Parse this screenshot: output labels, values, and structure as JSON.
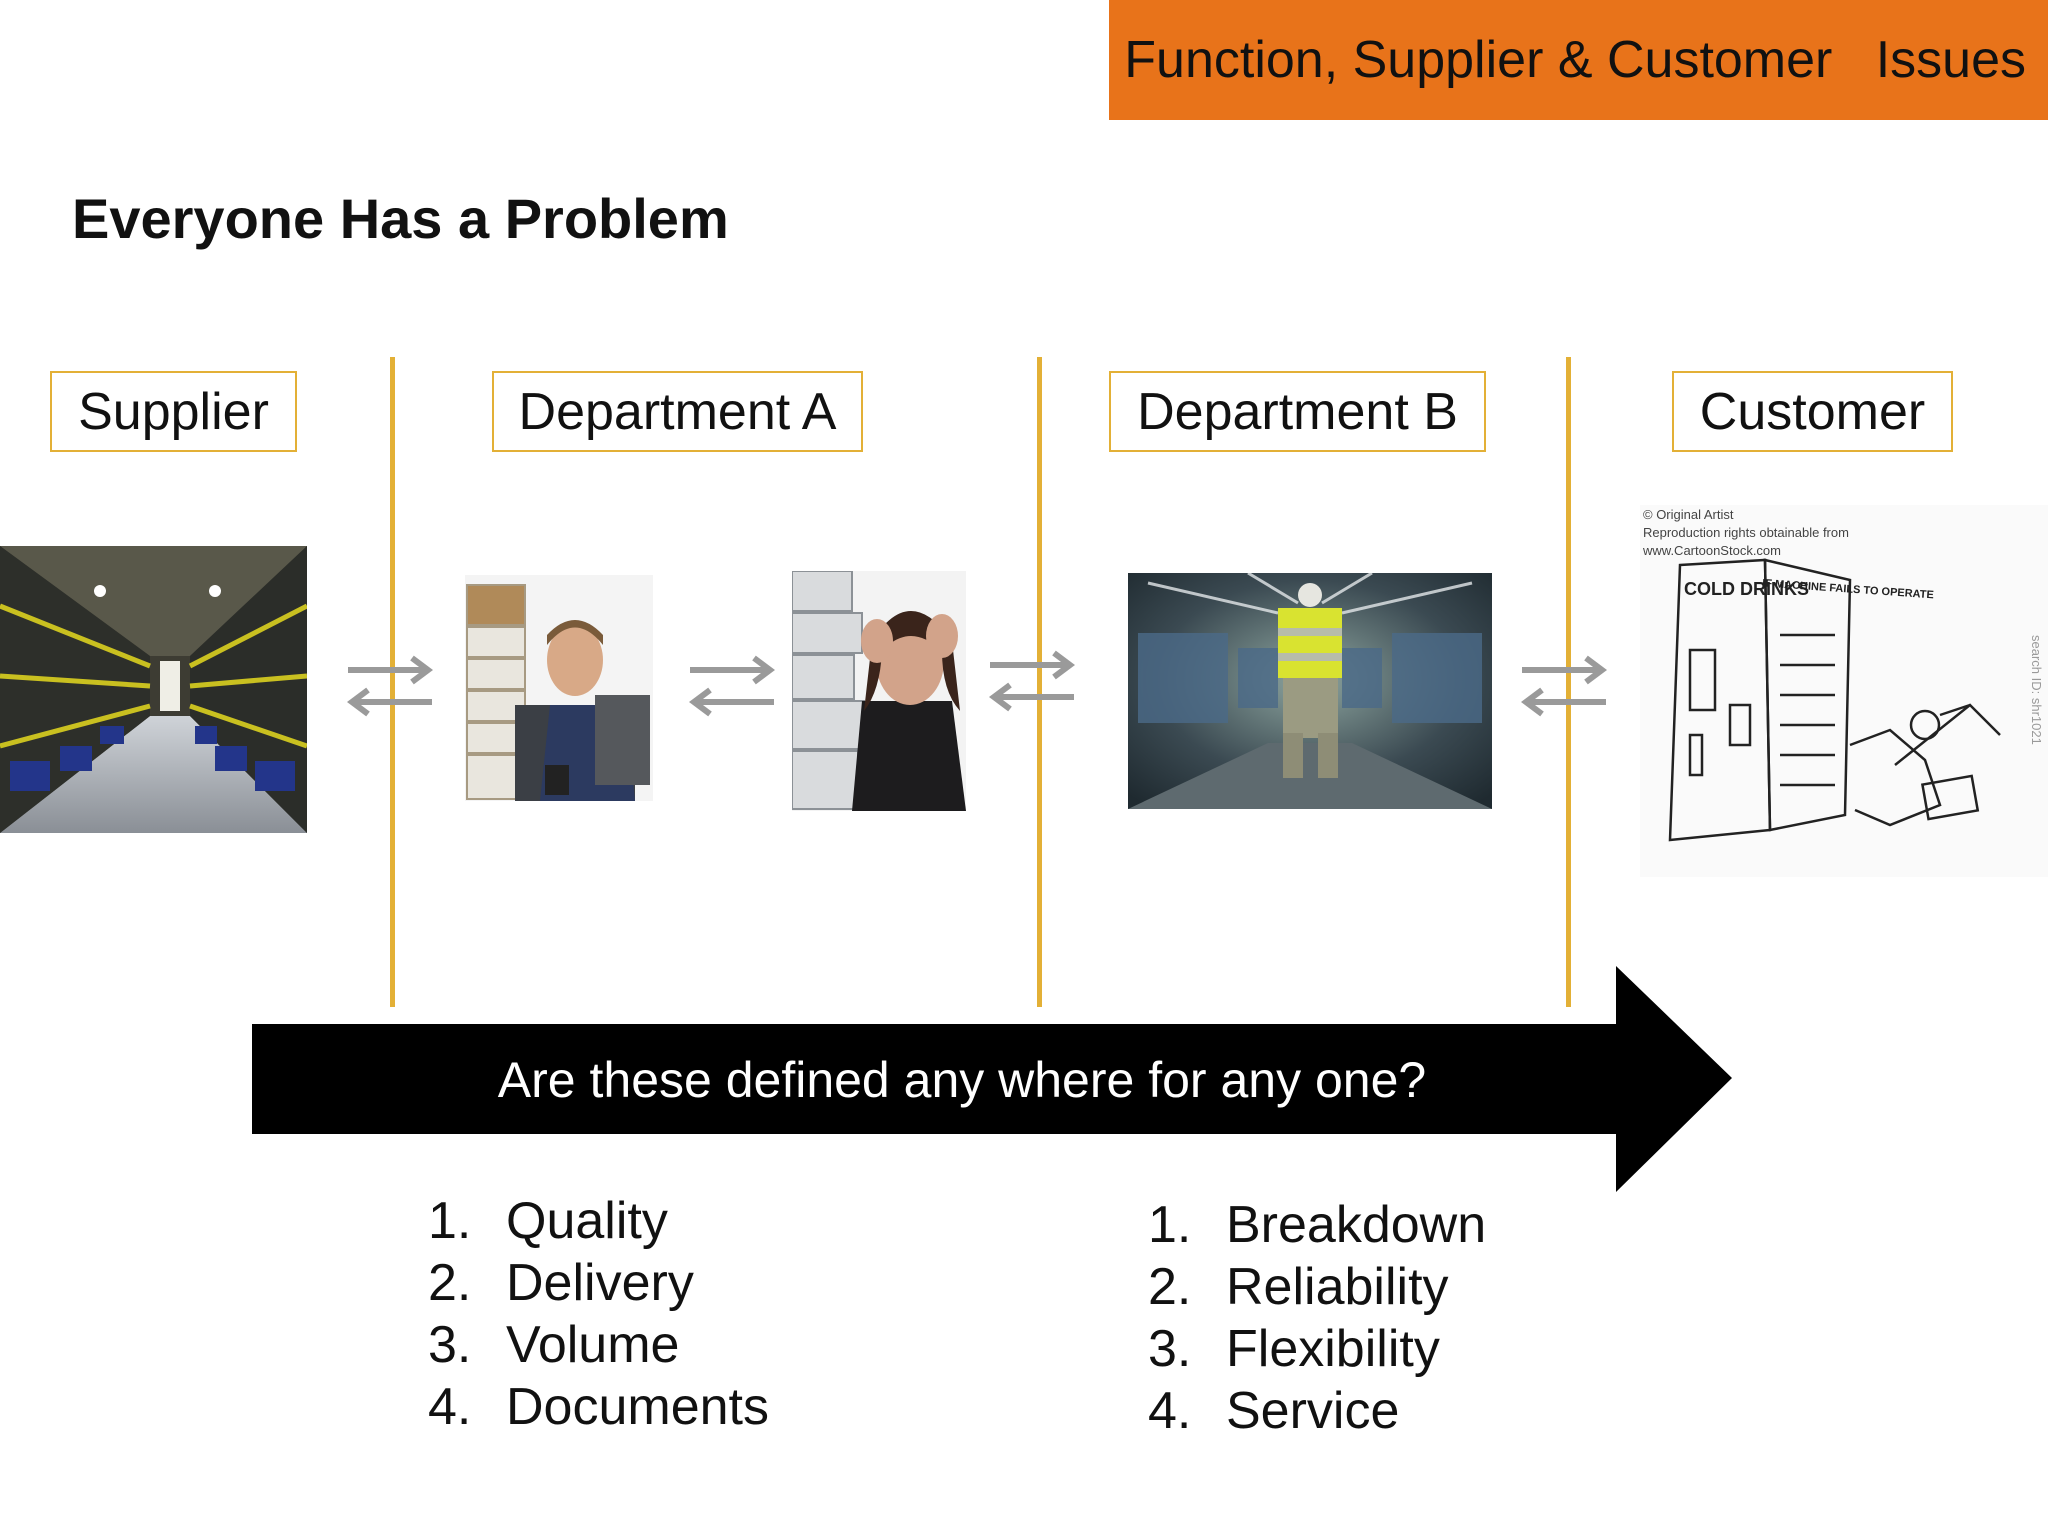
{
  "header": {
    "title": "Function, Supplier & Customer   Issues"
  },
  "page_title": "Everyone Has a Problem",
  "stages": [
    "Supplier",
    "Department A",
    "Department B",
    "Customer"
  ],
  "colors": {
    "accent": "#e8731a",
    "divider": "#e3b036",
    "arrow": "#000000"
  },
  "arrow_text": "Are these defined any where for any one?",
  "cartoon": {
    "credit_line1": "© Original Artist",
    "credit_line2": "Reproduction rights obtainable from",
    "credit_line3": "www.CartoonStock.com",
    "sign_left": "COLD DRINKS",
    "sign_right": "IF MACHINE FAILS TO OPERATE",
    "side_text": "search ID: shr1021"
  },
  "list_left": [
    {
      "num": "1.",
      "text": "Quality"
    },
    {
      "num": "2.",
      "text": "Delivery"
    },
    {
      "num": "3.",
      "text": "Volume"
    },
    {
      "num": "4.",
      "text": "Documents"
    }
  ],
  "list_right": [
    {
      "num": "1.",
      "text": "Breakdown"
    },
    {
      "num": "2.",
      "text": "Reliability"
    },
    {
      "num": "3.",
      "text": "Flexibility"
    },
    {
      "num": "4.",
      "text": "Service"
    }
  ]
}
